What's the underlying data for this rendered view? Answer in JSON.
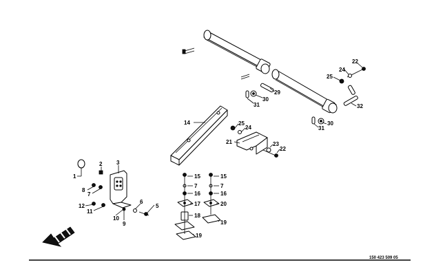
{
  "diagram": {
    "document_number": "150 423 509 05",
    "callouts": [
      {
        "id": "c-22a",
        "label": "22"
      },
      {
        "id": "c-24a",
        "label": "24"
      },
      {
        "id": "c-25a",
        "label": "25"
      },
      {
        "id": "c-29",
        "label": "29"
      },
      {
        "id": "c-30a",
        "label": "30"
      },
      {
        "id": "c-31a",
        "label": "31"
      },
      {
        "id": "c-32",
        "label": "32"
      },
      {
        "id": "c-30b",
        "label": "30"
      },
      {
        "id": "c-31b",
        "label": "31"
      },
      {
        "id": "c-14",
        "label": "14"
      },
      {
        "id": "c-25b",
        "label": "25"
      },
      {
        "id": "c-24b",
        "label": "24"
      },
      {
        "id": "c-21",
        "label": "21"
      },
      {
        "id": "c-23",
        "label": "23"
      },
      {
        "id": "c-22b",
        "label": "22"
      },
      {
        "id": "c-3",
        "label": "3"
      },
      {
        "id": "c-2",
        "label": "2"
      },
      {
        "id": "c-1",
        "label": "1"
      },
      {
        "id": "c-8",
        "label": "8"
      },
      {
        "id": "c-7a",
        "label": "7"
      },
      {
        "id": "c-12",
        "label": "12"
      },
      {
        "id": "c-11",
        "label": "11"
      },
      {
        "id": "c-10",
        "label": "10"
      },
      {
        "id": "c-9",
        "label": "9"
      },
      {
        "id": "c-6",
        "label": "6"
      },
      {
        "id": "c-5",
        "label": "5"
      },
      {
        "id": "c-15a",
        "label": "15"
      },
      {
        "id": "c-7b",
        "label": "7"
      },
      {
        "id": "c-16a",
        "label": "16"
      },
      {
        "id": "c-17",
        "label": "17"
      },
      {
        "id": "c-18",
        "label": "18"
      },
      {
        "id": "c-19a",
        "label": "19"
      },
      {
        "id": "c-15b",
        "label": "15"
      },
      {
        "id": "c-7c",
        "label": "7"
      },
      {
        "id": "c-16b",
        "label": "16"
      },
      {
        "id": "c-20",
        "label": "20"
      },
      {
        "id": "c-19b",
        "label": "19"
      }
    ]
  }
}
